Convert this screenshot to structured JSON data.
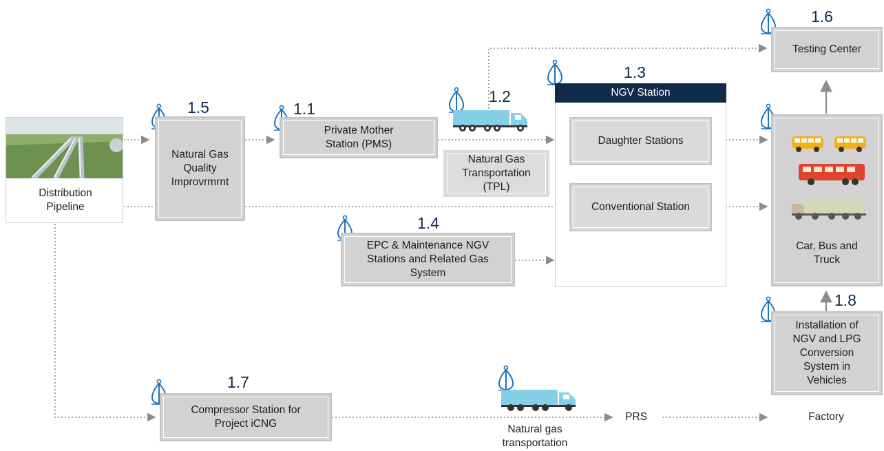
{
  "nodes": {
    "pipeline": {
      "label": "Distribution Pipeline"
    },
    "quality": {
      "number": "1.5",
      "label": "Natural Gas Quality Improvrmrnt"
    },
    "pms": {
      "number": "1.1",
      "label": "Private Mother Station (PMS)"
    },
    "tpl": {
      "number": "1.2",
      "label": "Natural Gas Transportation (TPL)"
    },
    "ngv": {
      "number": "1.3",
      "title": "NGV Station",
      "daughter": "Daughter Stations",
      "conventional": "Conventional Station"
    },
    "epc": {
      "number": "1.4",
      "label": "EPC & Maintenance NGV Stations and Related Gas System"
    },
    "testing": {
      "number": "1.6",
      "label": "Testing Center"
    },
    "vehicles": {
      "label": "Car, Bus and Truck"
    },
    "conversion": {
      "number": "1.8",
      "label": "Installation of NGV and LPG Conversion System in Vehicles"
    },
    "compressor": {
      "number": "1.7",
      "label": "Compressor Station for Project iCNG"
    },
    "ng_transport": {
      "label": "Natural gas transportation"
    },
    "prs": {
      "label": "PRS"
    },
    "factory": {
      "label": "Factory"
    }
  },
  "colors": {
    "box": "#d2d2d2",
    "navy": "#0f2a4a",
    "logo": "#1e73b8",
    "truck": "#86cfe8",
    "bus_yellow": "#f4b01c",
    "bus_red": "#e0442a",
    "truck_tan": "#c9b99a"
  },
  "icons": [
    "company-logo-icon",
    "truck-icon",
    "bus-icon",
    "pipeline-photo"
  ]
}
